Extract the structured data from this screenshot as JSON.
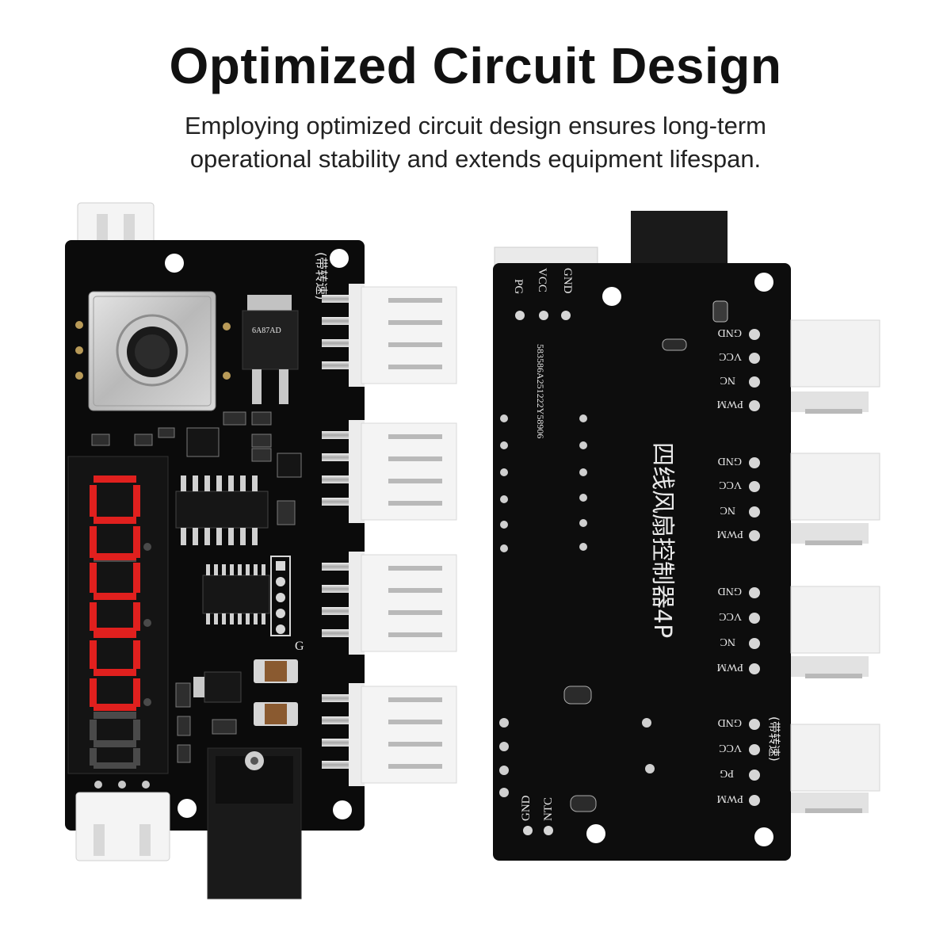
{
  "header": {
    "title": "Optimized Circuit Design",
    "subtitle_line1": "Employing optimized circuit design ensures long-term",
    "subtitle_line2": "operational stability and extends equipment lifespan."
  },
  "colors": {
    "pcb": "#0b0b0b",
    "segment_on": "#e0201e",
    "segment_off": "#4a4a4a",
    "connector": "#f2f2f2",
    "pin_metal": "#c8c8c8"
  },
  "front_board": {
    "silk_label": "(带转速)",
    "silk_g": "G",
    "chip_marking": "6A87AD"
  },
  "back_board": {
    "pin_labels": {
      "power": [
        "PG",
        "VCC",
        "GND"
      ],
      "port_4p": [
        "GND",
        "VCC",
        "NC",
        "PWM"
      ],
      "port_speed": [
        "GND",
        "VCC",
        "PG",
        "PWM"
      ],
      "sensor": [
        "GND",
        "NTC"
      ]
    },
    "serial": "583586A251222Y58906",
    "product_name": "四线风扇控制器4P",
    "speed_note": "(带转速)"
  }
}
